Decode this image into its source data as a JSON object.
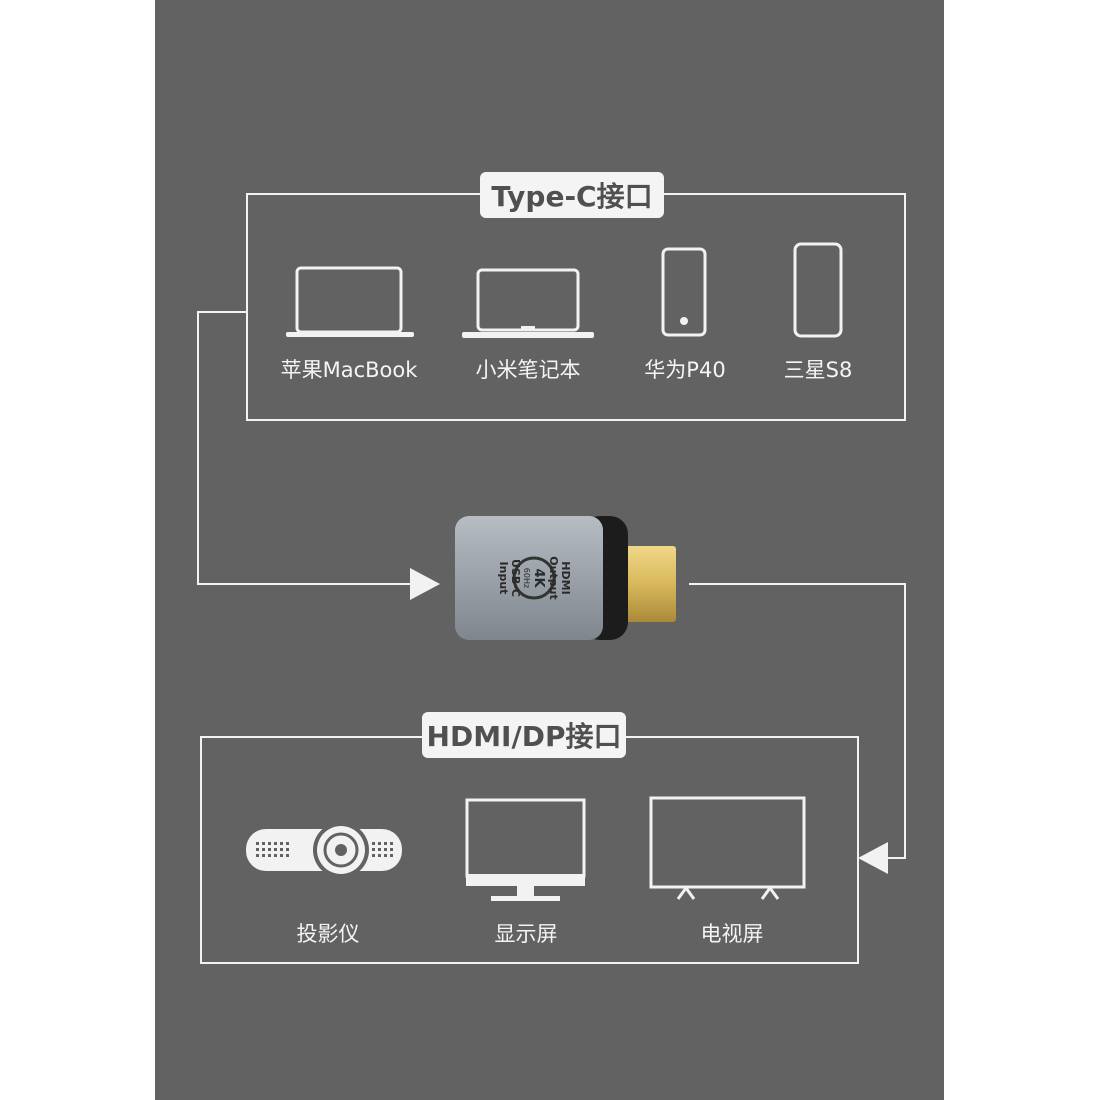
{
  "top_group": {
    "title": "Type-C接口",
    "devices": [
      {
        "label": "苹果MacBook",
        "icon": "laptop-icon"
      },
      {
        "label": "小米笔记本",
        "icon": "laptop-icon"
      },
      {
        "label": "华为P40",
        "icon": "phone-icon"
      },
      {
        "label": "三星S8",
        "icon": "phone-icon"
      }
    ]
  },
  "adapter": {
    "input_label": "USB-C",
    "input_sub": "Input",
    "output_label": "HDMI",
    "output_sub": "Output",
    "badge_main": "4K",
    "badge_sub": "60Hz"
  },
  "bottom_group": {
    "title": "HDMI/DP接口",
    "devices": [
      {
        "label": "投影仪",
        "icon": "projector-icon"
      },
      {
        "label": "显示屏",
        "icon": "monitor-icon"
      },
      {
        "label": "电视屏",
        "icon": "tv-icon"
      }
    ]
  },
  "colors": {
    "background": "#626262",
    "line": "#f2f2f2",
    "pill": "#f4f4f4",
    "pill_text": "#505050",
    "adapter_body": "#9aa1a8",
    "plug_gold": "#d8b85a"
  }
}
